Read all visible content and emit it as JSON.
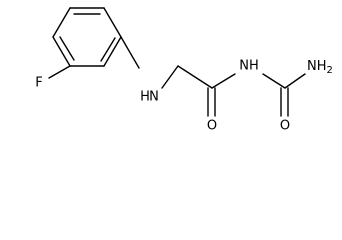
{
  "molecule": {
    "atoms": {
      "fluorine": "F",
      "amine_nh": "H",
      "amine_n": "N",
      "imide_nh": "NH",
      "carbonyl_o1": "O",
      "carbonyl_o2": "O",
      "terminal_nh2": "NH",
      "terminal_nh2_subscript": "2"
    }
  }
}
